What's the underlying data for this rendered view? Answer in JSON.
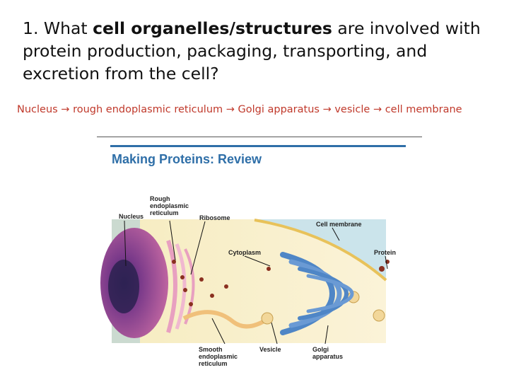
{
  "question": {
    "prefix": "1. What ",
    "bold": "cell organelles/structures",
    "suffix": " are involved with protein production, packaging, transporting, and excretion from the cell?"
  },
  "answer": "Nucleus → rough endoplasmic reticulum → Golgi apparatus → vesicle → cell membrane",
  "figure": {
    "title": "Making Proteins: Review",
    "labels": {
      "rough_er": "Rough endoplasmic reticulum",
      "nucleus": "Nucleus",
      "ribosome": "Ribosome",
      "cell_membrane": "Cell membrane",
      "cytoplasm": "Cytoplasm",
      "protein": "Protein",
      "smooth_er": "Smooth endoplasmic reticulum",
      "vesicle": "Vesicle",
      "golgi": "Golgi apparatus"
    }
  },
  "colors": {
    "title_blue": "#2f6fa8",
    "answer_red": "#c0392b",
    "nucleus_purple": "#a4407a",
    "golgi_blue": "#4f86c6",
    "cytoplasm_bg": "#f4e7a8"
  }
}
